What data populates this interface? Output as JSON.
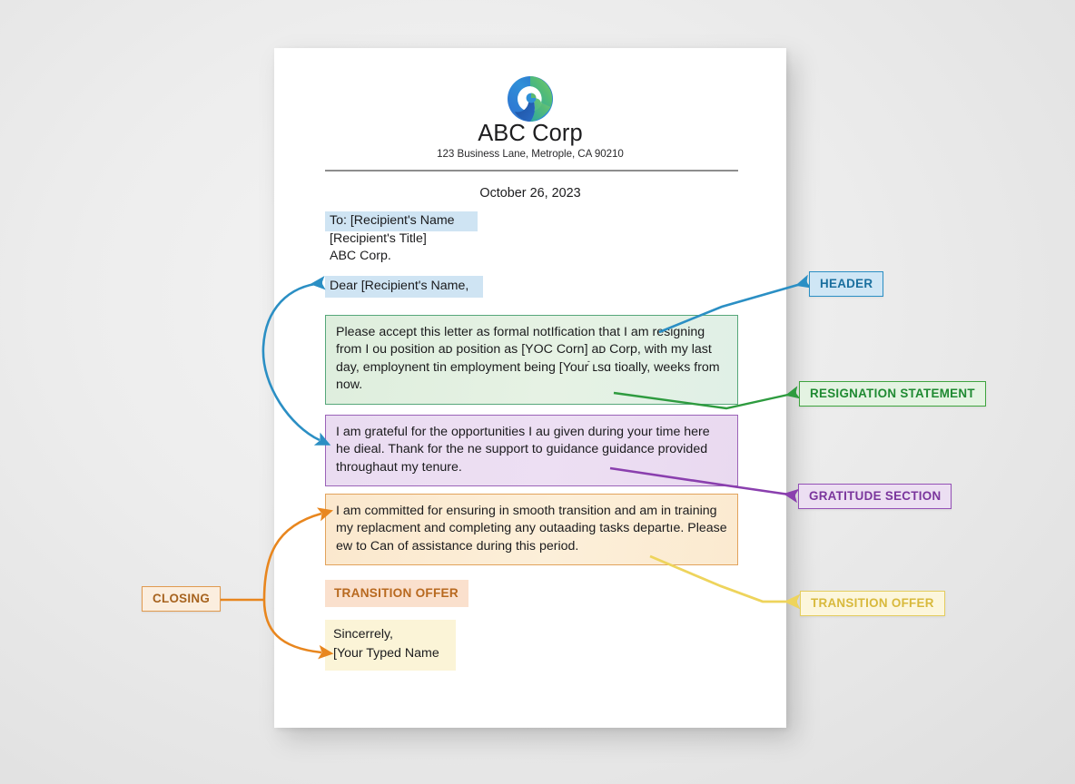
{
  "document": {
    "letterhead": {
      "logo_icon": "swirl-circle-logo",
      "company_name": "ABC Corp",
      "address": "123 Business Lane, Metrople, CA 90210"
    },
    "date": "October 26, 2023",
    "recipient": {
      "to_line": "To: [Recipient's Name",
      "title_line": "[Recipient's Title]",
      "company_line": "ABC Corp."
    },
    "salutation": "Dear [Recipient's Name,",
    "paragraphs": {
      "resignation": "Please accept this letter as formal notIfication that I am resigning from I ou position aᴅ position as [YOC Corn] aᴅ Corp, with my last day, employnent tin employment being [Yourֿ  ʟsɑ tioally, weeks from now.",
      "gratitude": "I am grateful for the opportunities I au given during your time here he dieal. Thank for the ne support to guidance guidance provided throughaut my tenure.",
      "transition": "I am committed for ensuring in smooth transition and am in training my replacment and completing any outaading tasks departıe. Please ew to Can of assistance during this period."
    },
    "inline_tag": "TRANSITION OFFER",
    "sign_off": {
      "closing_word": "Sincerrely,",
      "name_line": "[Your Typed Name"
    }
  },
  "callouts": [
    {
      "id": "header",
      "label": "HEADER",
      "color": "#2b8fc4"
    },
    {
      "id": "resign",
      "label": "RESIGNATION STATEMENT",
      "color": "#3fa43f"
    },
    {
      "id": "gratitude",
      "label": "GRATITUDE SECTION",
      "color": "#9450b6"
    },
    {
      "id": "transition",
      "label": "TRANSITION OFFER",
      "color": "#e4cd5e"
    },
    {
      "id": "closing",
      "label": "CLOSING",
      "color": "#e09a4f"
    }
  ],
  "palette": {
    "background": "#ececec",
    "page": "#ffffff",
    "blue_highlight": "#cfe4f3",
    "green_box": "#e1efdf",
    "purple_box": "#ebddf1",
    "orange_box": "#fbead0",
    "peach_tag": "#fae0cd",
    "cream_tag": "#fbf4d7"
  }
}
